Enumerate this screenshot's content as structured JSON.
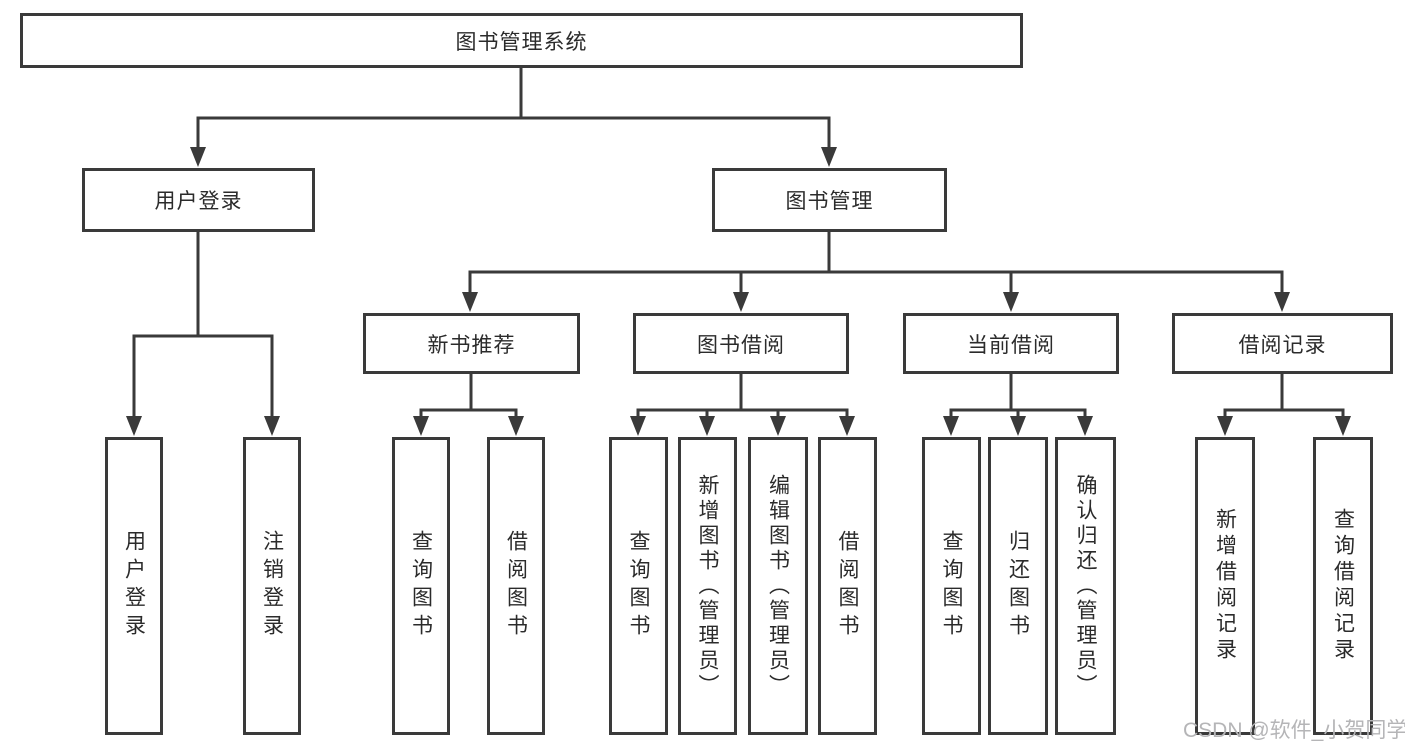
{
  "diagram": {
    "root": {
      "label": "图书管理系统"
    },
    "level2": {
      "user_login": {
        "label": "用户登录"
      },
      "book_management": {
        "label": "图书管理"
      }
    },
    "level3": {
      "new_book_recommend": {
        "label": "新书推荐"
      },
      "book_borrow": {
        "label": "图书借阅"
      },
      "current_borrow": {
        "label": "当前借阅"
      },
      "borrow_records": {
        "label": "借阅记录"
      }
    },
    "leaves": {
      "user_login": [
        "用户登录",
        "注销登录"
      ],
      "new_book_recommend": [
        "查询图书",
        "借阅图书"
      ],
      "book_borrow": [
        "查询图书",
        "新增图书（管理员）",
        "编辑图书（管理员）",
        "借阅图书"
      ],
      "current_borrow": [
        "查询图书",
        "归还图书",
        "确认归还（管理员）"
      ],
      "borrow_records": [
        "新增借阅记录",
        "查询借阅记录"
      ]
    }
  },
  "watermark": {
    "text": "CSDN @软件_小贺同学",
    "color": "#b5b5b7"
  },
  "colors": {
    "line": "#3a3a3a",
    "border": "#3a3a3a",
    "text": "#2b2b2b",
    "background": "#ffffff"
  }
}
